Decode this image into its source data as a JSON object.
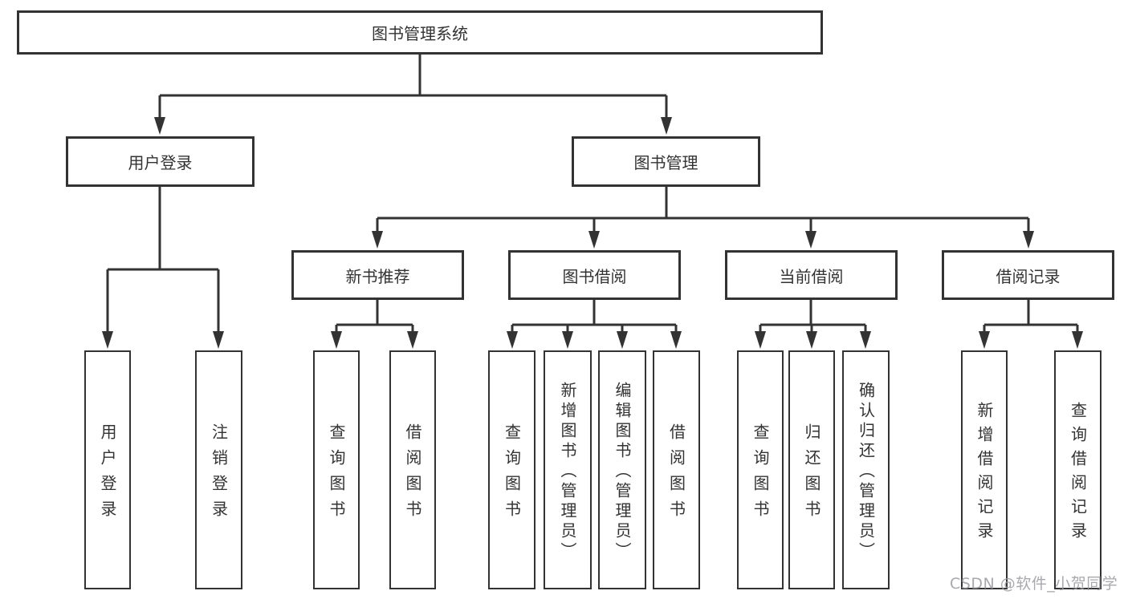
{
  "diagram": {
    "type": "hierarchy-tree",
    "tree": {
      "label": "图书管理系统",
      "children": [
        {
          "label": "用户登录",
          "children": [
            {
              "label": "用户登录"
            },
            {
              "label": "注销登录"
            }
          ]
        },
        {
          "label": "图书管理",
          "children": [
            {
              "label": "新书推荐",
              "children": [
                {
                  "label": "查询图书"
                },
                {
                  "label": "借阅图书"
                }
              ]
            },
            {
              "label": "图书借阅",
              "children": [
                {
                  "label": "查询图书"
                },
                {
                  "label": "新增图书（管理员）"
                },
                {
                  "label": "编辑图书（管理员）"
                },
                {
                  "label": "借阅图书"
                }
              ]
            },
            {
              "label": "当前借阅",
              "children": [
                {
                  "label": "查询图书"
                },
                {
                  "label": "归还图书"
                },
                {
                  "label": "确认归还（管理员）"
                }
              ]
            },
            {
              "label": "借阅记录",
              "children": [
                {
                  "label": "新增借阅记录"
                },
                {
                  "label": "查询借阅记录"
                }
              ]
            }
          ]
        }
      ]
    }
  },
  "watermark": "CSDN @软件_小贺同学",
  "colors": {
    "line": "#333333",
    "text": "#333333",
    "watermark": "#9a9aa0",
    "background": "#ffffff"
  }
}
